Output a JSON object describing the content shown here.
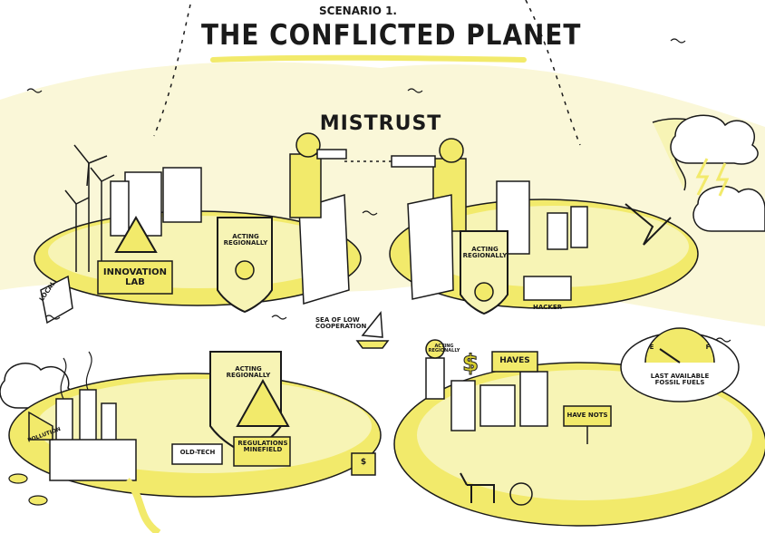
{
  "header": {
    "subtitle": "SCENARIO 1.",
    "title": "THE CONFLICTED PLANET"
  },
  "center_label": "MISTRUST",
  "labels": {
    "innovation_lab": "INNOVATION LAB",
    "acting_regionally": "ACTING REGIONALLY",
    "local": "LOCAL",
    "hacker": "HACKER",
    "sea": "SEA OF LOW COOPERATION",
    "pollution": "POLLUTION",
    "old_tech": "OLD-TECH",
    "regulations": "REGULATIONS MINEFIELD",
    "haves": "HAVES",
    "have_nots": "HAVE NOTS",
    "fossil": "LAST AVAILABLE FOSSIL FUELS",
    "gauge_e": "E",
    "gauge_f": "F",
    "dollar": "$"
  },
  "colors": {
    "accent_yellow": "#f2ea6b",
    "island_yellow": "#f7f4b5",
    "ink": "#1a1a1a",
    "land_fill": "#faf7d8"
  }
}
